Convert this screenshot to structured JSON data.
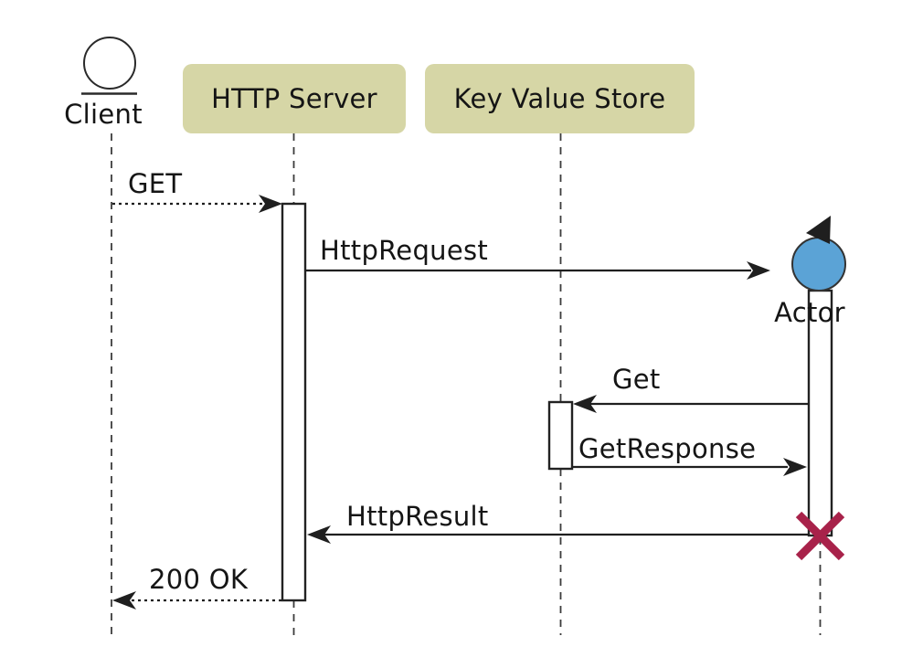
{
  "diagram_type": "uml-sequence-diagram",
  "participants": {
    "client": {
      "label": "Client",
      "kind": "entity"
    },
    "http_server": {
      "label": "HTTP Server",
      "kind": "participant"
    },
    "kv_store": {
      "label": "Key Value Store",
      "kind": "participant"
    },
    "actor": {
      "label": "Actor",
      "kind": "control"
    }
  },
  "messages": {
    "get": {
      "label": "GET",
      "from": "Client",
      "to": "HTTP Server",
      "line": "dotted"
    },
    "http_request": {
      "label": "HttpRequest",
      "from": "HTTP Server",
      "to": "Actor",
      "line": "solid"
    },
    "kv_get": {
      "label": "Get",
      "from": "Actor",
      "to": "Key Value Store",
      "line": "solid"
    },
    "kv_get_response": {
      "label": "GetResponse",
      "from": "Key Value Store",
      "to": "Actor",
      "line": "solid"
    },
    "http_result": {
      "label": "HttpResult",
      "from": "Actor",
      "to": "HTTP Server",
      "line": "solid"
    },
    "ok_200": {
      "label": "200 OK",
      "from": "HTTP Server",
      "to": "Client",
      "line": "dotted"
    }
  },
  "annotations": {
    "destroy_marker": "X at end of Actor lifeline"
  },
  "colors": {
    "background": "#ffffff",
    "participant_fill": "#d6d6a6",
    "control_fill": "#5ba3d6",
    "destroy_x": "#a8224a",
    "line": "#1f1f1f"
  }
}
